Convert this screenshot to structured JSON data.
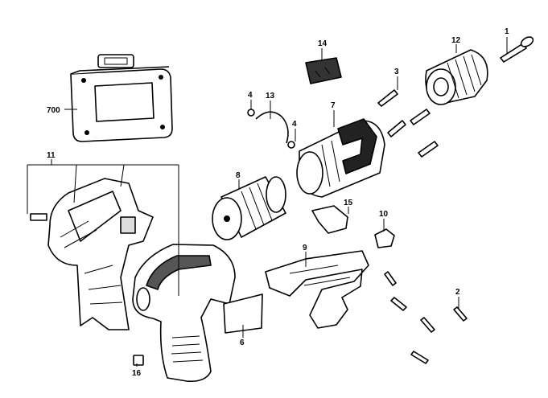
{
  "title": "",
  "parts": [
    {
      "key": "p1",
      "label": "1"
    },
    {
      "key": "p2",
      "label": "2"
    },
    {
      "key": "p3",
      "label": "3"
    },
    {
      "key": "p4a",
      "label": "4"
    },
    {
      "key": "p4b",
      "label": "4"
    },
    {
      "key": "p6",
      "label": "6"
    },
    {
      "key": "p7",
      "label": "7"
    },
    {
      "key": "p8",
      "label": "8"
    },
    {
      "key": "p9",
      "label": "9"
    },
    {
      "key": "p10",
      "label": "10"
    },
    {
      "key": "p11",
      "label": "11"
    },
    {
      "key": "p12",
      "label": "12"
    },
    {
      "key": "p13",
      "label": "13"
    },
    {
      "key": "p14",
      "label": "14"
    },
    {
      "key": "p15",
      "label": "15"
    },
    {
      "key": "p16",
      "label": "16"
    },
    {
      "key": "p700",
      "label": "700"
    }
  ]
}
